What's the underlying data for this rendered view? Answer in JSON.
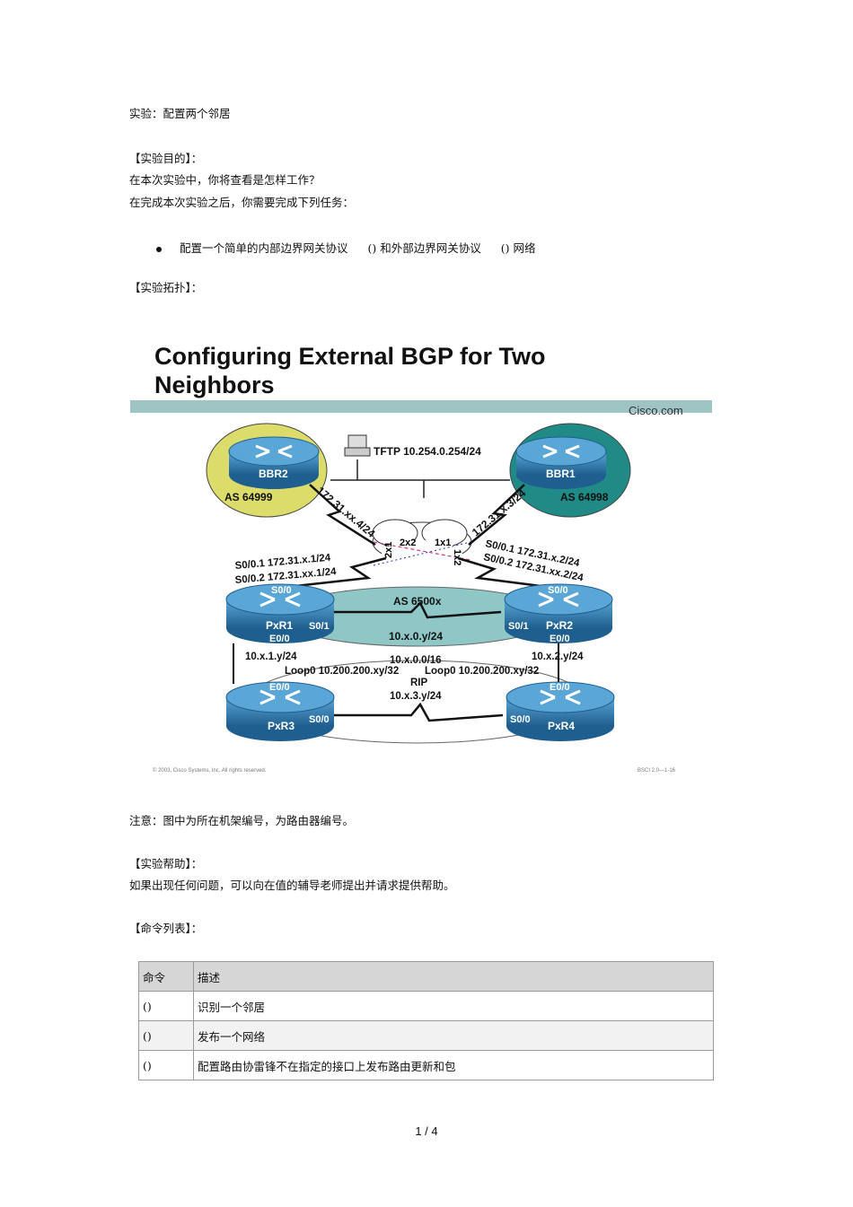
{
  "doc": {
    "title": "实验：配置两个邻居",
    "purpose_heading": "【实验目的】：",
    "purpose_line1": "在本次实验中，你将查看是怎样工作？",
    "purpose_line2": "在完成本次实验之后，你需要完成下列任务：",
    "bullet": {
      "part1": "配置一个简单的内部边界网关协议",
      "part2": "() 和外部边界网关协议",
      "part3": "() 网络"
    },
    "topology_heading": "【实验拓扑】：",
    "note": "注意：图中为所在机架编号，为路由器编号。",
    "help_heading": "【实验帮助】：",
    "help_text": "如果出现任何问题，可以向在值的辅导老师提出并请求提供帮助。",
    "command_heading": "【命令列表】：",
    "page_number": "1 / 4"
  },
  "figure": {
    "title_line1": "Configuring External BGP for Two",
    "title_line2": "Neighbors",
    "brand": "Cisco.com",
    "tftp": "TFTP 10.254.0.254/24",
    "bbr2": "BBR2",
    "bbr1": "BBR1",
    "as_bbr2": "AS 64999",
    "as_bbr1": "AS 64998",
    "link_left": "172.31.xx.4/24",
    "link_right": "172.31.x.3/24",
    "dlci_2x1": "2x1",
    "dlci_2x2": "2x2",
    "dlci_1x1": "1x1",
    "dlci_1x2": "1x2",
    "pxr1_s01_addr": "S0/0.1 172.31.x.1/24",
    "pxr1_s02_addr": "S0/0.2 172.31.xx.1/24",
    "pxr2_s01_addr": "S0/0.1 172.31.x.2/24",
    "pxr2_s02_addr": "S0/0.2 172.31.xx.2/24",
    "as_pod": "AS 6500x",
    "pxr1": "PxR1",
    "pxr2": "PxR2",
    "pxr3": "PxR3",
    "pxr4": "PxR4",
    "s00": "S0/0",
    "s01": "S0/1",
    "e00": "E0/0",
    "net_10x0": "10.x.0.y/24",
    "net_10x1": "10.x.1.y/24",
    "net_10x2": "10.x.2.y/24",
    "net_10x00": "10.x.0.0/16",
    "loop_left": "Loop0 10.200.200.xy/32",
    "loop_right": "Loop0 10.200.200.xy/32",
    "rip": "RIP",
    "net_10x3": "10.x.3.y/24",
    "copyright": "© 2003, Cisco Systems, Inc. All rights reserved.",
    "course_ref": "BSCI 2.0—1-16"
  },
  "table": {
    "headers": [
      "命令",
      "描述"
    ],
    "rows": [
      [
        "()",
        "识别一个邻居"
      ],
      [
        "()",
        "发布一个网络"
      ],
      [
        "()",
        "配置路由协雷锋不在指定的接口上发布路由更新和包"
      ]
    ]
  },
  "colors": {
    "router_blue": "#2f7fb3",
    "as64999_fill": "#dcdc6a",
    "as64998_fill": "#1f8a86",
    "as6500x_fill": "#8fc6c6",
    "figure_rule": "#9ec4c4"
  }
}
